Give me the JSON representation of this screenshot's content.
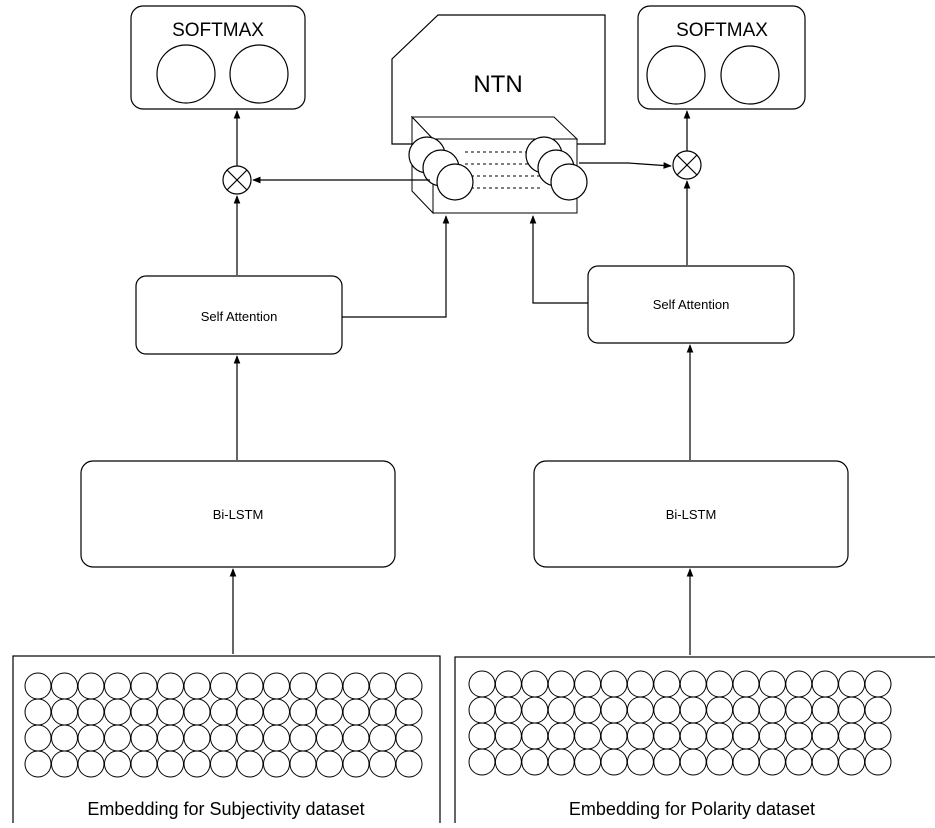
{
  "diagram": {
    "left_branch": {
      "softmax_label": "SOFTMAX",
      "attention_label": "Self Attention",
      "bilstm_label": "Bi-LSTM",
      "embedding_label": "Embedding for Subjectivity dataset"
    },
    "right_branch": {
      "softmax_label": "SOFTMAX",
      "attention_label": "Self Attention",
      "bilstm_label": "Bi-LSTM",
      "embedding_label": "Embedding for Polarity dataset"
    },
    "ntn_label": "NTN",
    "stroke_color": "#000000",
    "fill_color": "#ffffff"
  }
}
